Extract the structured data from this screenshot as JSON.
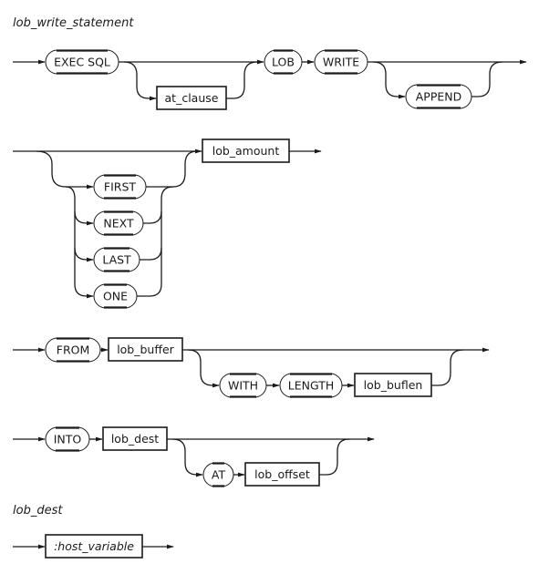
{
  "diagrams": [
    {
      "title": "lob_write_statement",
      "rows": [
        {
          "name": "row-exec",
          "items": {
            "exec_sql": "EXEC SQL",
            "at_clause": "at_clause",
            "lob": "LOB",
            "write": "WRITE",
            "append": "APPEND"
          }
        },
        {
          "name": "row-amount",
          "items": {
            "first": "FIRST",
            "next": "NEXT",
            "last": "LAST",
            "one": "ONE",
            "lob_amount": "lob_amount"
          }
        },
        {
          "name": "row-from",
          "items": {
            "from": "FROM",
            "lob_buffer": "lob_buffer",
            "with": "WITH",
            "length": "LENGTH",
            "lob_buflen": "lob_buflen"
          }
        },
        {
          "name": "row-into",
          "items": {
            "into": "INTO",
            "lob_dest": "lob_dest",
            "at": "AT",
            "lob_offset": "lob_offset"
          }
        }
      ]
    },
    {
      "title": "lob_dest",
      "rows": [
        {
          "name": "row-host",
          "items": {
            "host_variable": ":host_variable"
          }
        }
      ]
    }
  ],
  "element_types": {
    "terminal": "rounded keyword",
    "nonterminal": "rectangular rule reference"
  }
}
